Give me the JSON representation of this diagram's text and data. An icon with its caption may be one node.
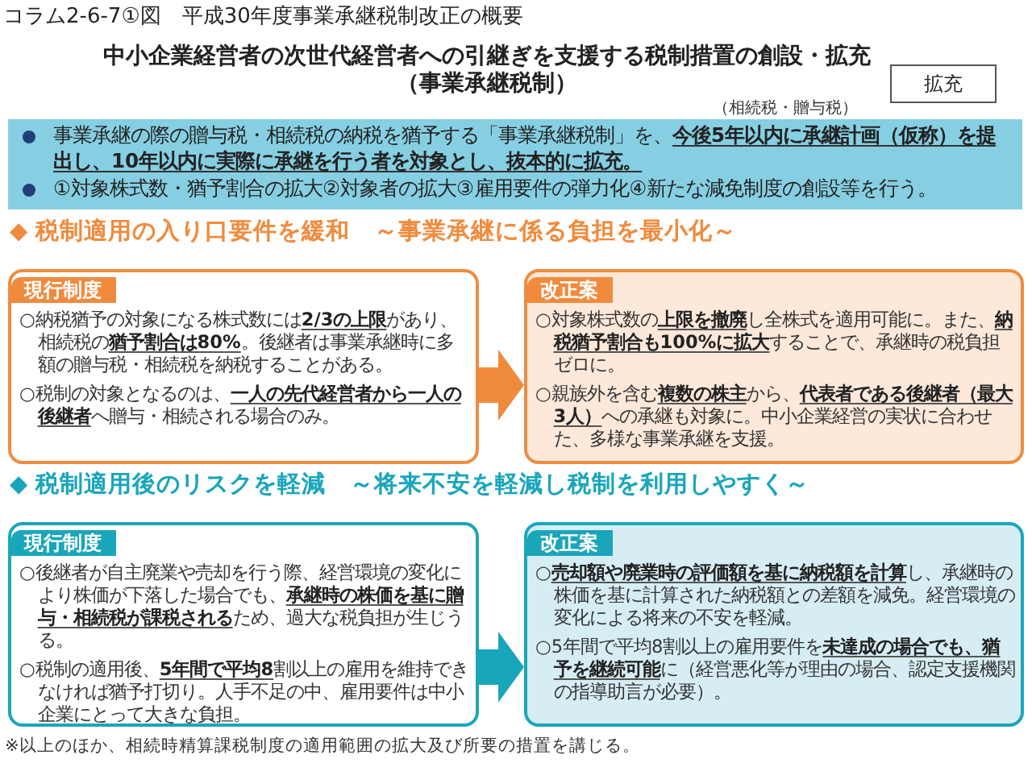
{
  "diagram": {
    "title": "コラム2-6-7①図　平成30年度事業承継税制改正の概要",
    "nodes": [
      {
        "text": [
          "拡充"
        ]
      },
      {
        "text": [
          "事業承継の際の贈与税・相続税の納税を猶予する「事業承継税制」を、**今後5年以内に承継計画（仮称）を提出し、10年以内に実際に承継を行う者を対象とし、抜本的に拡充。**",
          "①対象株式数・猶予割合の拡大②対象者の拡大③雇用要件の弾力化④新たな減免制度の創設等を行う。"
        ]
      },
      {
        "text": [
          "現行制度",
          "○納税猶予の対象になる株式数には**2/3の上限**があり、相続税の**猶予割合は80%**。後継者は事業承継時に多額の贈与税・相続税を納税することがある。",
          "○税制の対象となるのは、**一人の先代経営者から一人の後継者**へ贈与・相続される場合のみ。"
        ]
      },
      {
        "text": [
          "改正案",
          "○対象株式数の**上限を撤廃**し全株式を適用可能に。また、**納税猶予割合も100%に拡大**することで、承継時の税負担ゼロに。",
          "○親族外を含む**複数の株主**から、**代表者である後継者（最大3人）**への承継も対象に。中小企業経営の実状に合わせた、多様な事業承継を支援。"
        ]
      },
      {
        "text": [
          "現行制度",
          "○後継者が自主廃業や売却を行う際、経営環境の変化により株価が下落した場合でも、**承継時の株価を基に贈与・相続税が課税される**ため、過大な税負担が生じうる。",
          "○税制の適用後、**5年間で平均8**割以上の雇用を維持できなければ猶予打切り。人手不足の中、雇用要件は中小企業にとって大きな負担。"
        ]
      },
      {
        "text": [
          "改正案",
          "○**売却額や廃業時の評価額を基に納税額を計算**し、承継時の株価を基に計算された納税額との差額を減免。経営環境の変化による将来の不安を軽減。",
          "○5年間で平均8割以上の雇用要件を**未達成の場合でも、猶予を継続可能**に（経営悪化等が理由の場合、認定支援機関の指導助言が必要）。"
        ]
      }
    ],
    "edges": [
      {
        "from": 2,
        "to": 3,
        "arrow": "to",
        "color": "#f08b3e"
      },
      {
        "from": 4,
        "to": 5,
        "arrow": "to",
        "color": "#1aa6ba"
      }
    ],
    "labels": [
      "中小企業経営者の次世代経営者への引継ぎを支援する税制措置の創設・拡充（事業承継税制）",
      "（相続税・贈与税）",
      "◆ 税制適用の入り口要件を緩和　～事業承継に係る負担を最小化～",
      "◆ 税制適用後のリスクを軽減　～将来不安を軽減し税制を利用しやすく～",
      "※以上のほか、相続時精算課税制度の適用範囲の拡大及び所要の措置を講じる。"
    ]
  }
}
